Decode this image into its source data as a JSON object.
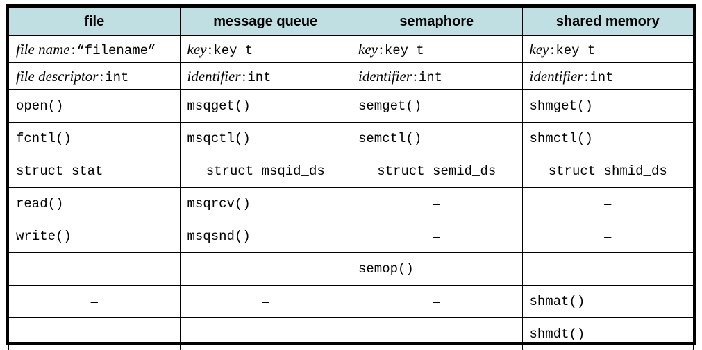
{
  "table": {
    "columns": [
      "file",
      "message queue",
      "semaphore",
      "shared memory"
    ],
    "header_bg": "#bfdfe2",
    "border_color": "#000000",
    "dash": "–",
    "separator": ":",
    "rows": [
      {
        "kind": "attr",
        "cells": [
          {
            "label": "file name",
            "sep": ":",
            "value": "“filename”"
          },
          {
            "label": "key",
            "sep": ":",
            "value": "key_t"
          },
          {
            "label": "key",
            "sep": ":",
            "value": "key_t"
          },
          {
            "label": "key",
            "sep": ":",
            "value": "key_t"
          }
        ]
      },
      {
        "kind": "attr",
        "cells": [
          {
            "label": "file descriptor",
            "sep": ":",
            "value": "int"
          },
          {
            "label": "identifier",
            "sep": ":",
            "value": "int"
          },
          {
            "label": "identifier",
            "sep": ":",
            "value": "int"
          },
          {
            "label": "identifier",
            "sep": ":",
            "value": "int"
          }
        ]
      },
      {
        "kind": "api",
        "align": [
          "left",
          "left",
          "left",
          "left"
        ],
        "cells": [
          "open()",
          "msqget()",
          "semget()",
          "shmget()"
        ]
      },
      {
        "kind": "api",
        "align": [
          "left",
          "left",
          "left",
          "left"
        ],
        "cells": [
          "fcntl()",
          "msqctl()",
          "semctl()",
          "shmctl()"
        ]
      },
      {
        "kind": "api",
        "align": [
          "left",
          "center",
          "center",
          "center"
        ],
        "cells": [
          "struct stat",
          "struct msqid_ds",
          "struct semid_ds",
          "struct shmid_ds"
        ]
      },
      {
        "kind": "api",
        "align": [
          "left",
          "left",
          "dash",
          "dash"
        ],
        "cells": [
          "read()",
          "msqrcv()",
          "–",
          "–"
        ]
      },
      {
        "kind": "api",
        "align": [
          "left",
          "left",
          "dash",
          "dash"
        ],
        "cells": [
          "write()",
          "msqsnd()",
          "–",
          "–"
        ]
      },
      {
        "kind": "api",
        "align": [
          "dash",
          "dash",
          "left",
          "dash"
        ],
        "cells": [
          "–",
          "–",
          "semop()",
          "–"
        ]
      },
      {
        "kind": "api",
        "align": [
          "dash",
          "dash",
          "dash",
          "left"
        ],
        "cells": [
          "–",
          "–",
          "–",
          "shmat()"
        ]
      },
      {
        "kind": "api",
        "align": [
          "dash",
          "dash",
          "dash",
          "left"
        ],
        "cells": [
          "–",
          "–",
          "–",
          "shmdt()"
        ]
      }
    ]
  }
}
